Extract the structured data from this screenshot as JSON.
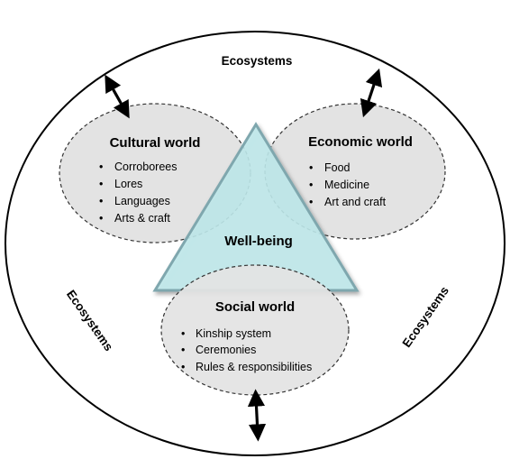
{
  "ecosystems_label": "Ecosystems",
  "center_label": "Well-being",
  "worlds": {
    "cultural": {
      "title": "Cultural world",
      "items": [
        "Corroborees",
        "Lores",
        "Languages",
        "Arts & craft"
      ]
    },
    "economic": {
      "title": "Economic world",
      "items": [
        "Food",
        "Medicine",
        "Art and craft"
      ]
    },
    "social": {
      "title": "Social world",
      "items": [
        "Kinship system",
        "Ceremonies",
        "Rules & responsibilities"
      ]
    }
  },
  "colors": {
    "outer_outline": "#000000",
    "world_fill": "#e3e3e3",
    "world_outline": "#333333",
    "triangle_fill": "#bfe9ec",
    "triangle_outline": "#7fa7ae",
    "arrow": "#000000"
  }
}
